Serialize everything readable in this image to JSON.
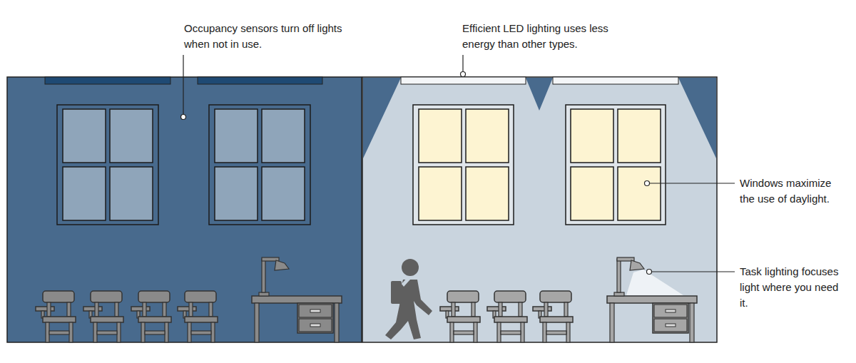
{
  "diagram": {
    "labels": [
      "Occupancy sensors turn off lights when not in use.",
      "Efficient LED lighting uses less energy than other types.",
      "Windows maximize the use of daylight.",
      "Task lighting focuses light where you need it."
    ]
  }
}
